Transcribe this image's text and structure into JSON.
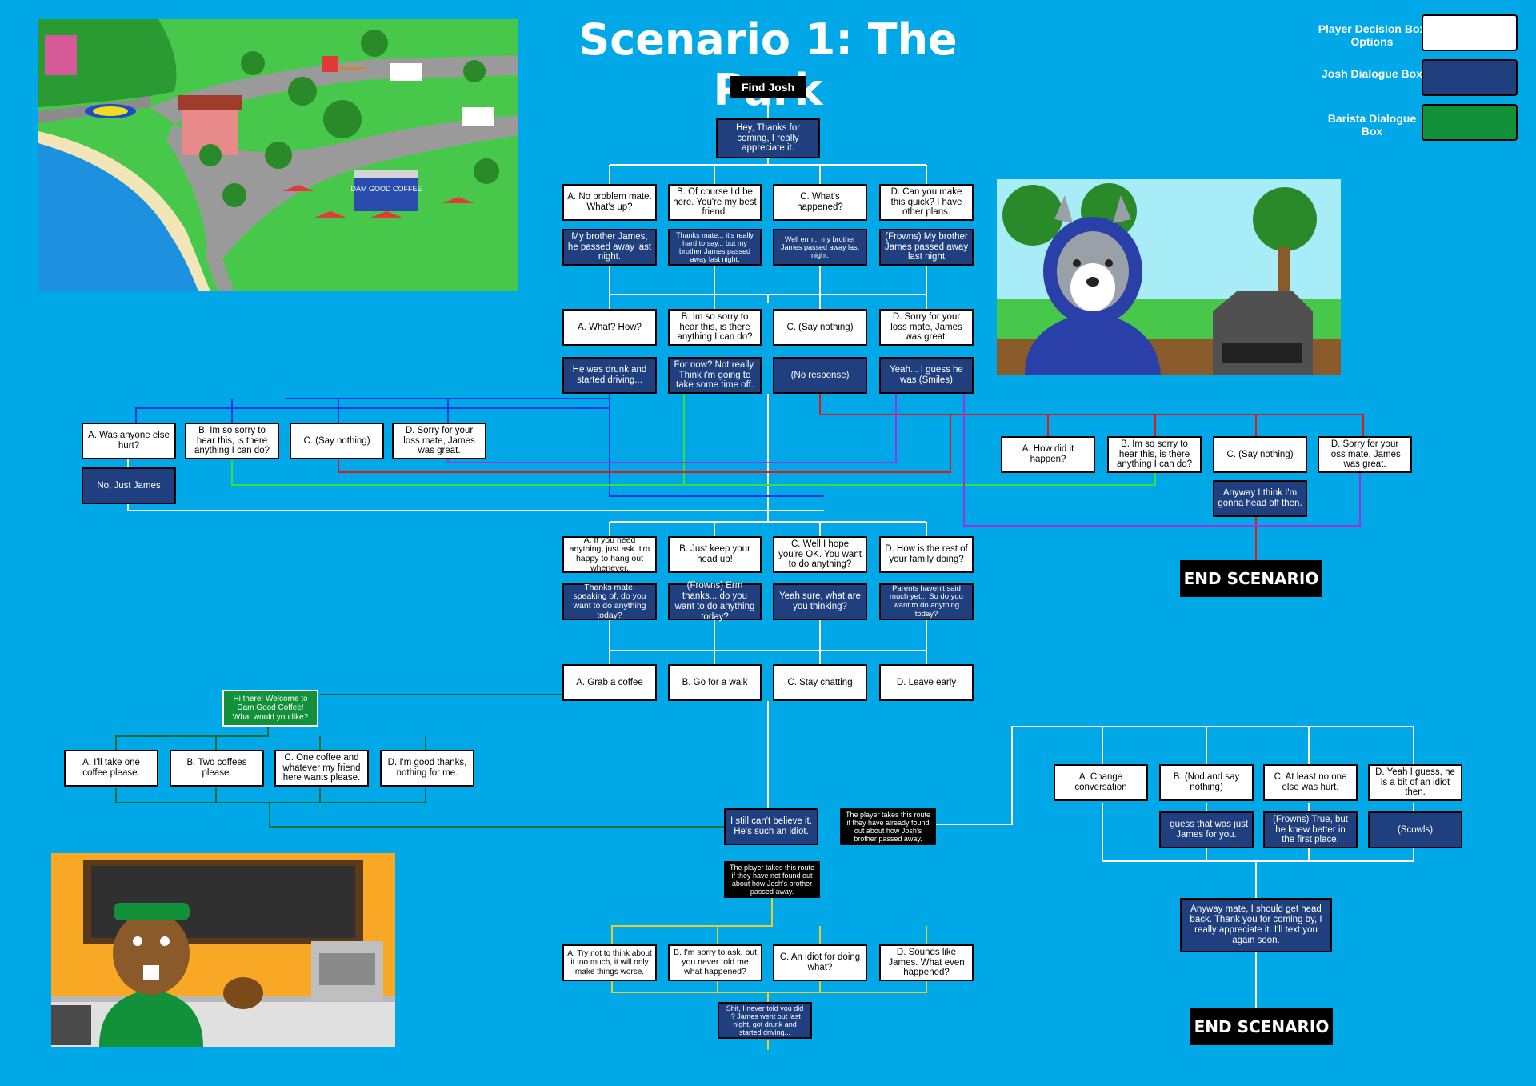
{
  "title": "Scenario 1: The Park",
  "find_josh": "Find Josh",
  "legend": {
    "player": "Player Decision Box Options",
    "josh": "Josh Dialogue Box",
    "barista": "Barista Dialogue Box",
    "colors": {
      "player": "#ffffff",
      "josh": "#1f3f7f",
      "barista": "#12913a"
    }
  },
  "scene_labels": {
    "kiosk": "DAM GOOD COFFEE"
  },
  "intro": "Hey, Thanks for coming, I really appreciate it.",
  "r1": {
    "options": [
      "A. No problem mate. What's up?",
      "B. Of course I'd be here. You're my best friend.",
      "C. What's happened?",
      "D. Can you make this quick? I have other plans."
    ],
    "replies": [
      "My brother James, he passed away last night.",
      "Thanks mate... it's really hard to say... but my brother James passed away last night.",
      "Well erm... my brother James passed away last night.",
      "(Frowns) My brother James passed away last night"
    ]
  },
  "r2": {
    "options": [
      "A. What? How?",
      "B. Im so sorry to hear this, is there anything I can do?",
      "C. (Say nothing)",
      "D. Sorry for your loss mate, James was great."
    ],
    "replies": [
      "He was drunk and started driving...",
      "For now? Not really. Think i'm going to take some time off.",
      "(No response)",
      "Yeah... I guess he was (Smiles)"
    ]
  },
  "left3": {
    "options": [
      "A. Was anyone else hurt?",
      "B. Im so sorry to hear this, is there anything I can do?",
      "C. (Say nothing)",
      "D. Sorry for your loss mate, James was great."
    ],
    "reply": "No, Just James"
  },
  "right3": {
    "options": [
      "A. How did it happen?",
      "B. Im so sorry to hear this, is there anything I can do?",
      "C. (Say nothing)",
      "D. Sorry for your loss mate, James was great."
    ],
    "reply": "Anyway I think I'm gonna head off then.",
    "end": "END SCENARIO"
  },
  "r4": {
    "options": [
      "A. If you need anything, just ask. I'm happy to hang out whenever.",
      "B. Just keep your head up!",
      "C. Well I hope you're OK. You want to do anything?",
      "D. How is the rest of your family doing?"
    ],
    "replies": [
      "Thanks mate, speaking of, do you want to do anything today?",
      "(Frowns) Erm thanks... do you want to do anything today?",
      "Yeah sure, what are you thinking?",
      "Parents haven't said much yet... So do you want to do anything today?"
    ]
  },
  "r5": {
    "options": [
      "A. Grab a coffee",
      "B. Go for a walk",
      "C. Stay chatting",
      "D. Leave early"
    ]
  },
  "barista": {
    "greeting": "Hi there! Welcome to Dam Good Coffee! What would you like?",
    "options": [
      "A. I'll take one coffee please.",
      "B. Two coffees please.",
      "C. One coffee and whatever my friend here wants please.",
      "D. I'm good thanks, nothing for me."
    ]
  },
  "idiot": "I still can't believe it. He's such an idiot.",
  "note_found": "The player takes this route if they have already found out about how Josh's brother passed away.",
  "note_notfound": "The player takes this route if they have not found out about how Josh's brother passed away.",
  "rr": {
    "options": [
      "A. Change conversation",
      "B. (Nod and say nothing)",
      "C. At least no one else was hurt.",
      "D. Yeah I guess, he is a bit of an idiot then."
    ],
    "replies": [
      "I guess that was just James for you.",
      "(Frowns) True, but he knew better in the first place.",
      "(Scowls)"
    ],
    "closing": "Anyway mate, I should get head back. Thank you for coming by, I really appreciate it. I'll text you again soon.",
    "end": "END SCENARIO"
  },
  "bottom": {
    "options": [
      "A. Try not to think about it too much, it will only make things worse.",
      "B. I'm sorry to ask, but you never told me what happened?",
      "C. An idiot for doing what?",
      "D. Sounds like James. What even happened?"
    ],
    "reply": "Shit, I never told you did I? James went out last night, got drunk and started driving..."
  }
}
